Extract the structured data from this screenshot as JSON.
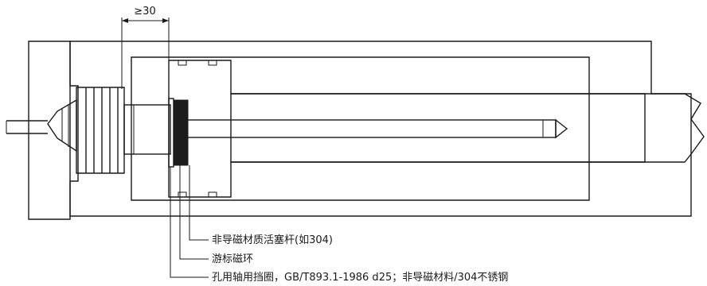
{
  "dimension": {
    "label": "≥30"
  },
  "callouts": [
    {
      "id": "piston-rod",
      "text": "非导磁材质活塞杆(如304)"
    },
    {
      "id": "magnet-ring",
      "text": "游标磁环"
    },
    {
      "id": "retaining-ring",
      "text": "孔用轴用挡圈，GB/T893.1-1986 d25；非导磁材料/304不锈钢"
    }
  ],
  "colors": {
    "line": "#1a1a1a",
    "body_fill": "#ffffff",
    "speckle": "#555555",
    "magnet": "#1c1c1c"
  }
}
